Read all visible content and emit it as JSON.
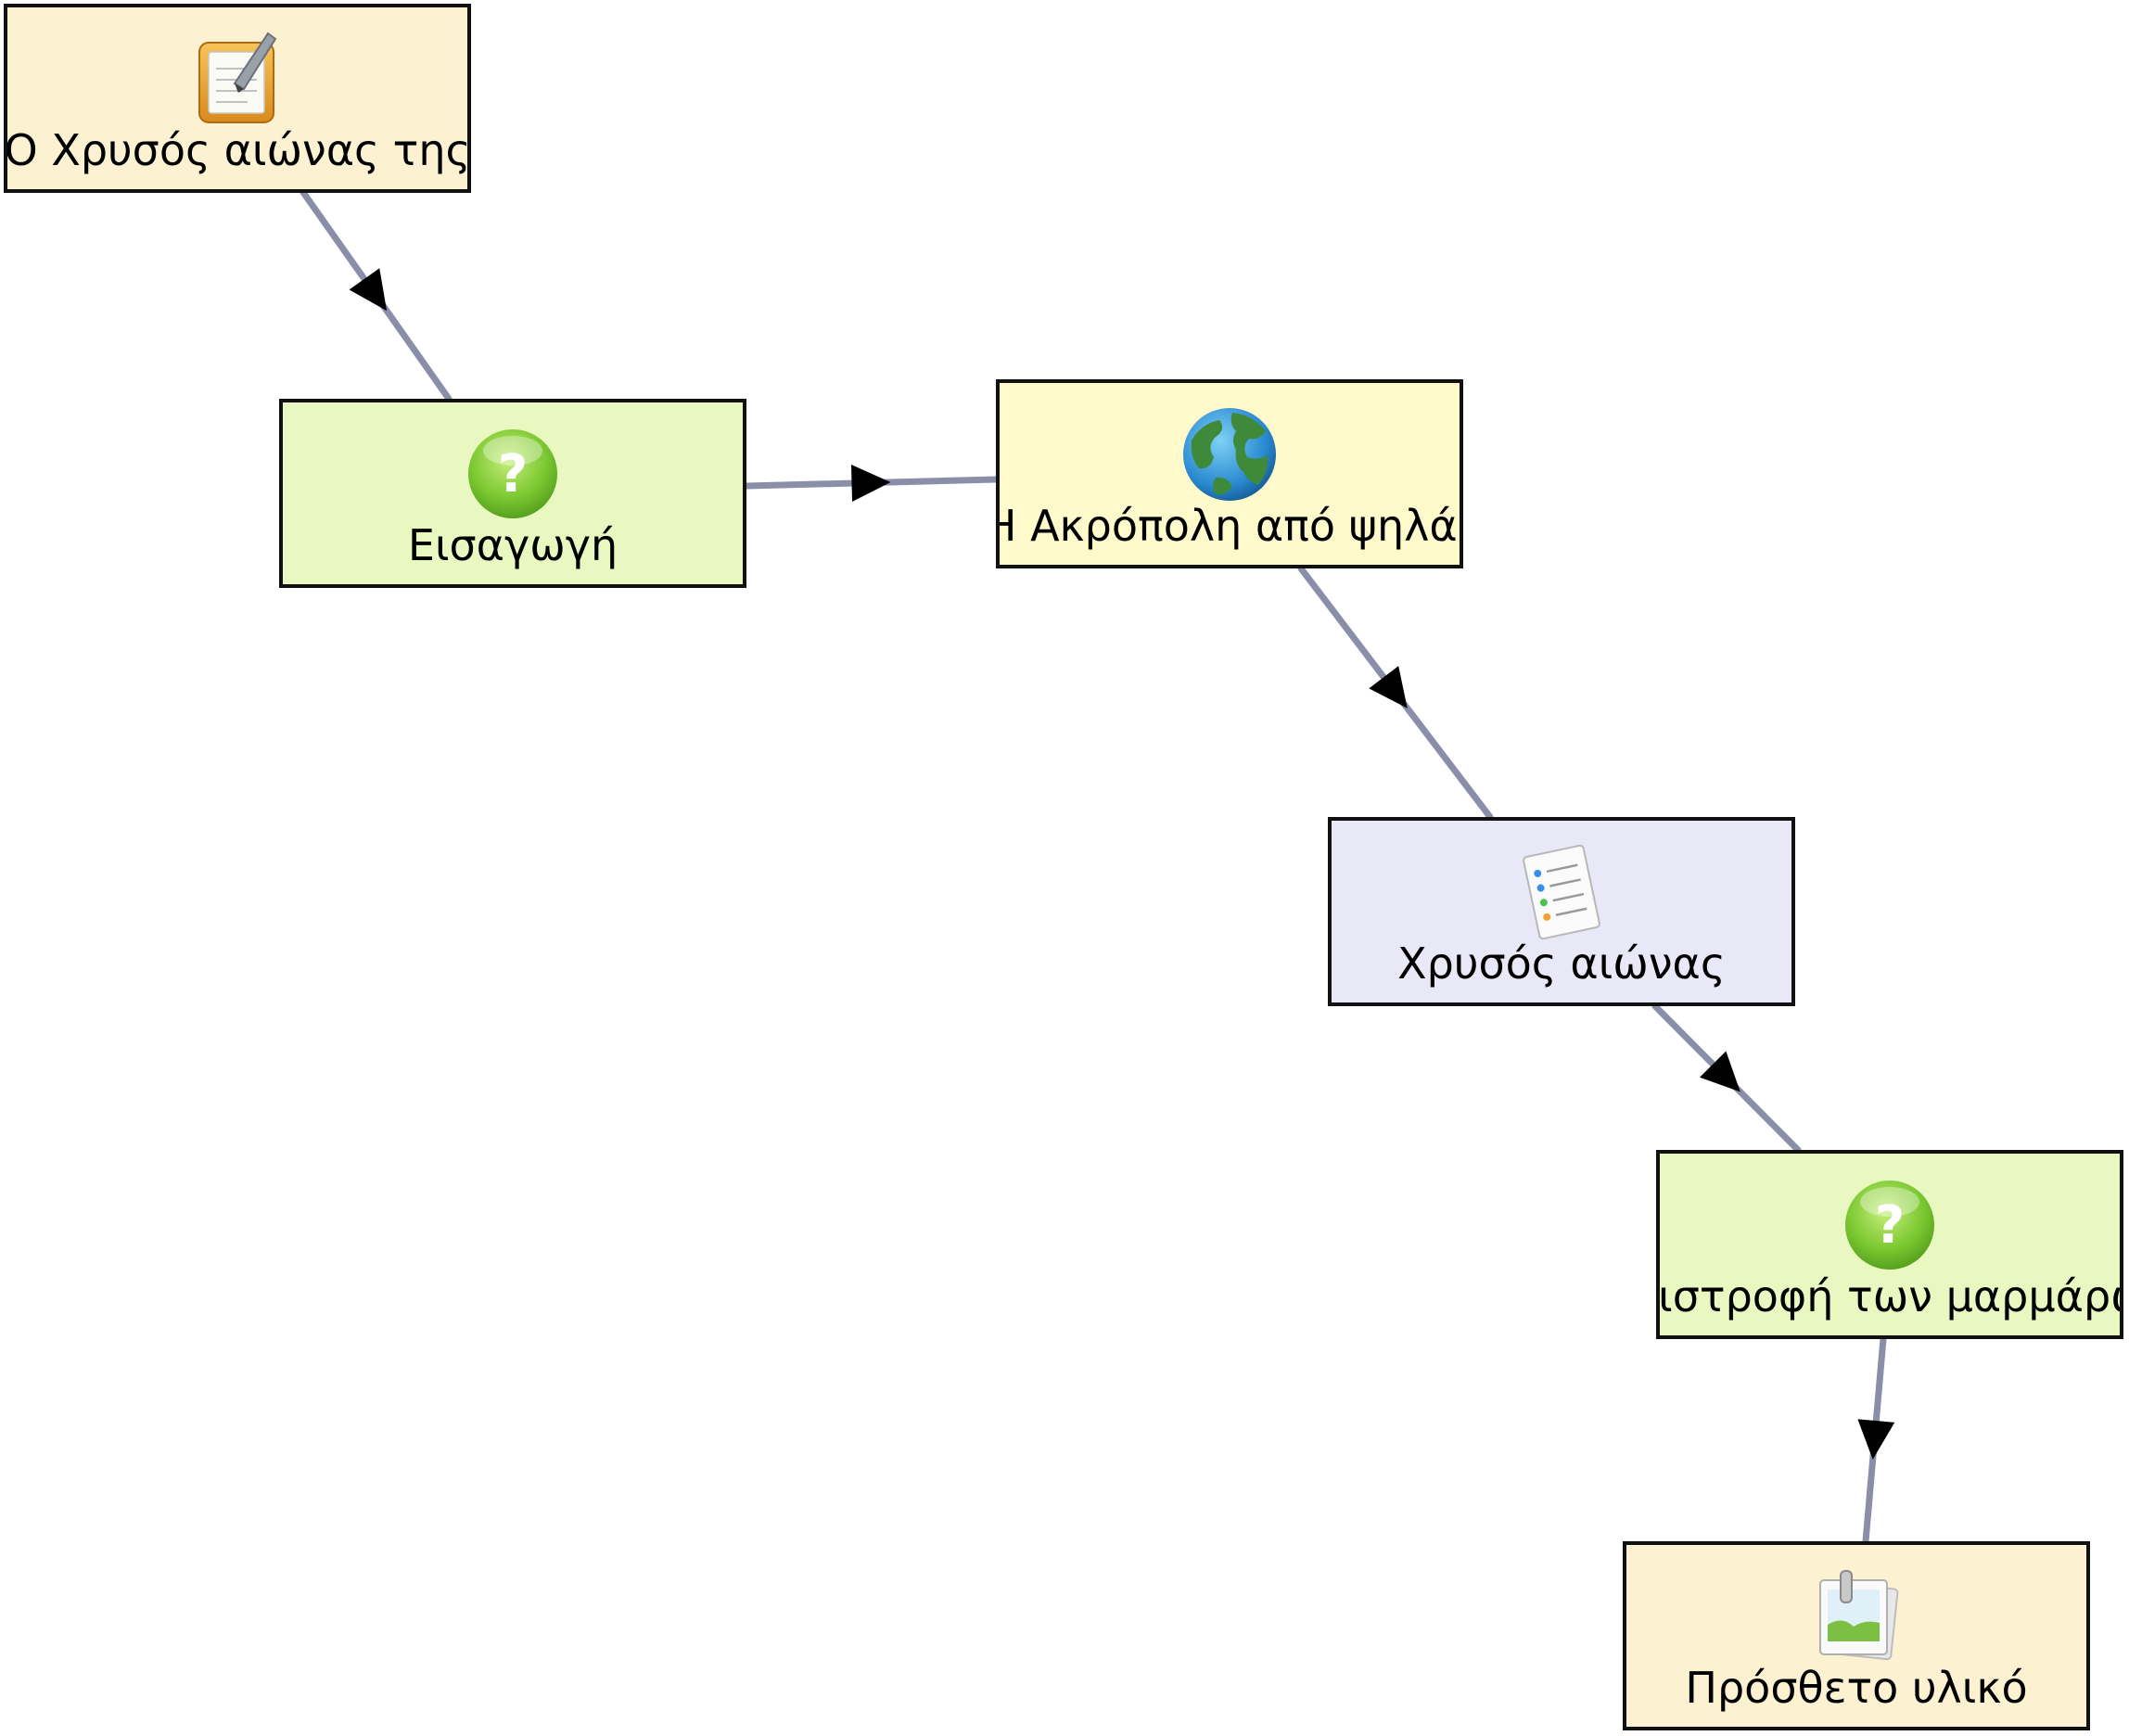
{
  "diagram": {
    "edge_color": "#8a8ea8",
    "arrow_color": "#000000",
    "nodes": [
      {
        "id": "n1",
        "label": "Ο Χρυσός αιώνας της",
        "icon": "notepad-icon",
        "fill": "#fcf2d2"
      },
      {
        "id": "n2",
        "label": "Εισαγωγή",
        "icon": "question-icon",
        "fill": "#e8f8c0"
      },
      {
        "id": "n3",
        "label": "Η Ακρόπολη από ψηλά!",
        "icon": "globe-icon",
        "fill": "#fefacc"
      },
      {
        "id": "n4",
        "label": "Χρυσός αιώνας",
        "icon": "document-list-icon",
        "fill": "#e8e8f6"
      },
      {
        "id": "n5",
        "label": "επιστροφή των μαρμάρων",
        "icon": "question-icon",
        "fill": "#e8f8c0"
      },
      {
        "id": "n6",
        "label": "Πρόσθετο υλικό",
        "icon": "picture-icon",
        "fill": "#fcf2d2"
      }
    ],
    "edges": [
      {
        "from": "n1",
        "to": "n2"
      },
      {
        "from": "n2",
        "to": "n3"
      },
      {
        "from": "n3",
        "to": "n4"
      },
      {
        "from": "n4",
        "to": "n5"
      },
      {
        "from": "n5",
        "to": "n6"
      }
    ]
  }
}
